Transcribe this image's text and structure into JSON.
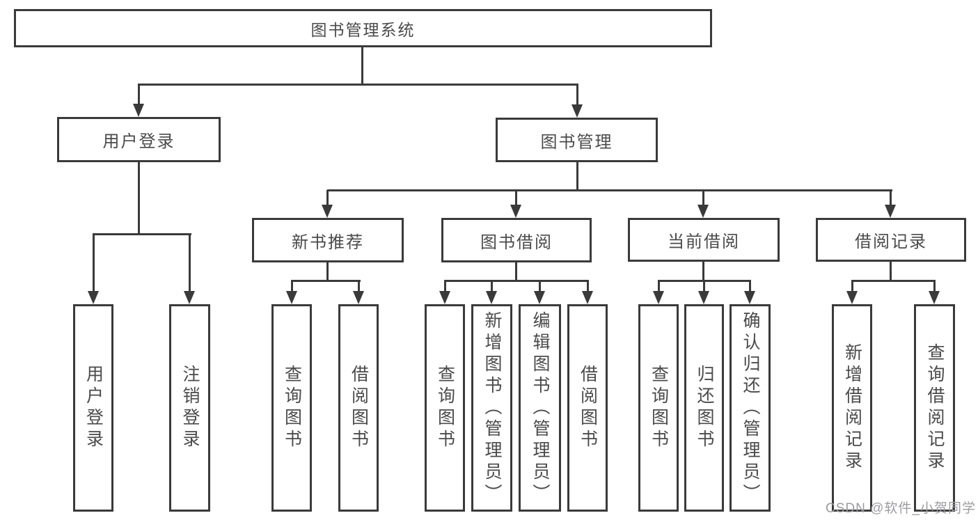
{
  "nodes": {
    "root": "图书管理系统",
    "user_login": "用户登录",
    "book_management": "图书管理",
    "new_book_recommend": "新书推荐",
    "book_borrowing": "图书借阅",
    "current_borrowing": "当前借阅",
    "borrow_records": "借阅记录",
    "leaf_user_login": "用户登录",
    "leaf_logout": "注销登录",
    "leaf_query_books_a": "查询图书",
    "leaf_borrow_books_a": "借阅图书",
    "leaf_query_books_b": "查询图书",
    "leaf_add_books_admin": "新增图书（管理员）",
    "leaf_edit_books_admin": "编辑图书（管理员）",
    "leaf_borrow_books_b": "借阅图书",
    "leaf_query_books_c": "查询图书",
    "leaf_return_books": "归还图书",
    "leaf_confirm_return_admin": "确认归还（管理员）",
    "leaf_add_borrow_record": "新增借阅记录",
    "leaf_query_borrow_record": "查询借阅记录"
  },
  "hierarchy": {
    "图书管理系统": {
      "用户登录": [
        "用户登录",
        "注销登录"
      ],
      "图书管理": {
        "新书推荐": [
          "查询图书",
          "借阅图书"
        ],
        "图书借阅": [
          "查询图书",
          "新增图书（管理员）",
          "编辑图书（管理员）",
          "借阅图书"
        ],
        "当前借阅": [
          "查询图书",
          "归还图书",
          "确认归还（管理员）"
        ],
        "借阅记录": [
          "新增借阅记录",
          "查询借阅记录"
        ]
      }
    }
  },
  "watermark": "CSDN @软件_小贺同学",
  "colors": {
    "line": "#3a3a3a",
    "text": "#4a4a4a",
    "watermark": "#9c9ca0",
    "background": "#ffffff"
  }
}
